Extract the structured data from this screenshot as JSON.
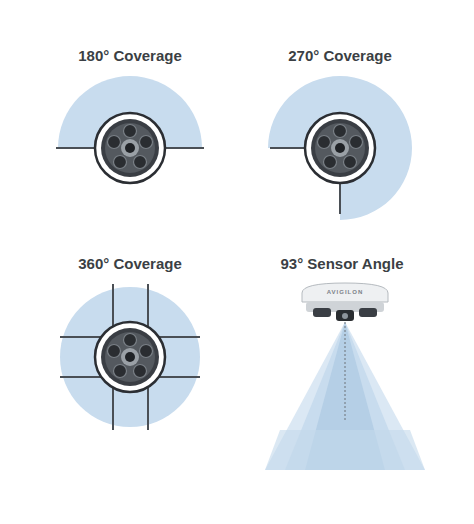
{
  "diagram": {
    "labels": [
      "180° Coverage",
      "270° Coverage",
      "360° Coverage",
      "93° Sensor Angle",
      "AVIGILON"
    ]
  }
}
